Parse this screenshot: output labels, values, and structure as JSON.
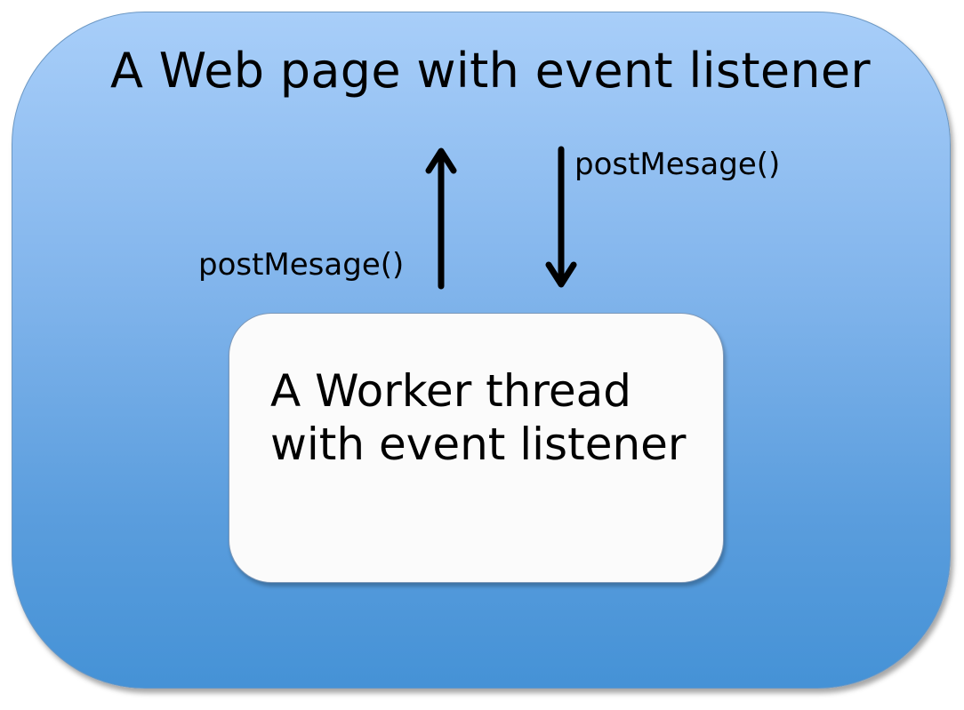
{
  "diagram": {
    "page_label": "A Web page with event listener",
    "worker_label_lines": [
      "A Worker thread",
      "with event listener"
    ],
    "message_up_label": "postMesage()",
    "message_down_label": "postMesage()"
  },
  "colors": {
    "outer_top": "#a8cef9",
    "outer_bottom": "#4592d6",
    "inner_fill": "#fbfbfb",
    "arrow": "#000000"
  }
}
